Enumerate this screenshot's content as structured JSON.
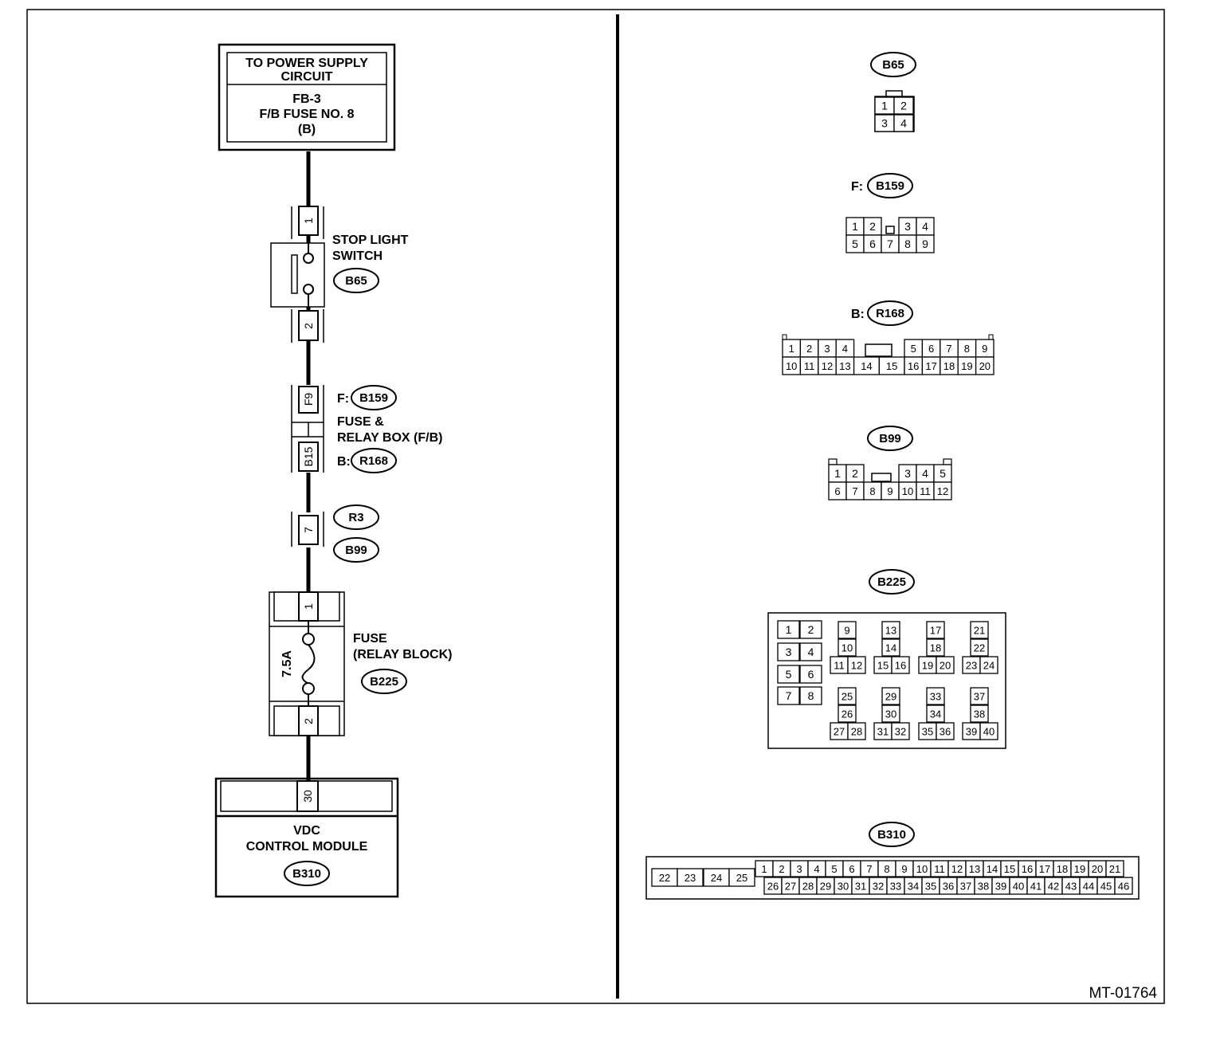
{
  "figure_id": "MT-01764",
  "left": {
    "power_box": {
      "line1": "TO POWER SUPPLY",
      "line2": "CIRCUIT",
      "line3": "FB-3",
      "line4": "F/B FUSE NO. 8",
      "line5": "(B)"
    },
    "stop_light_switch": {
      "line1": "STOP LIGHT",
      "line2": "SWITCH",
      "connector": "B65",
      "pin_top": "1",
      "pin_bottom": "2"
    },
    "fuse_relay_box": {
      "line1": "FUSE &",
      "line2": "RELAY BOX (F/B)",
      "f_prefix": "F:",
      "f_connector": "B159",
      "b_prefix": "B:",
      "b_connector": "R168",
      "pin_top": "F9",
      "pin_bottom": "B15"
    },
    "joint": {
      "connector_top": "R3",
      "connector_bottom": "B99",
      "pin": "7"
    },
    "fuse": {
      "line1": "FUSE",
      "line2": "(RELAY BLOCK)",
      "connector": "B225",
      "rating": "7.5A",
      "pin_top": "1",
      "pin_bottom": "2"
    },
    "module": {
      "line1": "VDC",
      "line2": "CONTROL MODULE",
      "connector": "B310",
      "pin": "30"
    }
  },
  "right": {
    "b65": {
      "title": "B65",
      "row1": [
        "1",
        "2"
      ],
      "row2": [
        "3",
        "4"
      ]
    },
    "b159": {
      "prefix": "F:",
      "title": "B159",
      "row1": [
        "1",
        "2",
        "3",
        "4"
      ],
      "row2": [
        "5",
        "6",
        "7",
        "8",
        "9"
      ]
    },
    "r168": {
      "prefix": "B:",
      "title": "R168",
      "row1": [
        "1",
        "2",
        "3",
        "4",
        "5",
        "6",
        "7",
        "8",
        "9"
      ],
      "row2": [
        "10",
        "11",
        "12",
        "13",
        "14",
        "15",
        "16",
        "17",
        "18",
        "19",
        "20"
      ]
    },
    "b99": {
      "title": "B99",
      "row1": [
        "1",
        "2",
        "3",
        "4",
        "5"
      ],
      "row2": [
        "6",
        "7",
        "8",
        "9",
        "10",
        "11",
        "12"
      ]
    },
    "b225": {
      "title": "B225",
      "left_rows": [
        [
          "1",
          "2"
        ],
        [
          "3",
          "4"
        ],
        [
          "5",
          "6"
        ],
        [
          "7",
          "8"
        ]
      ],
      "groups": [
        [
          "9",
          "10",
          "11",
          "12"
        ],
        [
          "13",
          "14",
          "15",
          "16"
        ],
        [
          "17",
          "18",
          "19",
          "20"
        ],
        [
          "21",
          "22",
          "23",
          "24"
        ],
        [
          "25",
          "26",
          "27",
          "28"
        ],
        [
          "29",
          "30",
          "31",
          "32"
        ],
        [
          "33",
          "34",
          "35",
          "36"
        ],
        [
          "37",
          "38",
          "39",
          "40"
        ]
      ]
    },
    "b310": {
      "title": "B310",
      "left": [
        "22",
        "23",
        "24",
        "25"
      ],
      "row1": [
        "1",
        "2",
        "3",
        "4",
        "5",
        "6",
        "7",
        "8",
        "9",
        "10",
        "11",
        "12",
        "13",
        "14",
        "15",
        "16",
        "17",
        "18",
        "19",
        "20",
        "21"
      ],
      "row2": [
        "26",
        "27",
        "28",
        "29",
        "30",
        "31",
        "32",
        "33",
        "34",
        "35",
        "36",
        "37",
        "38",
        "39",
        "40",
        "41",
        "42",
        "43",
        "44",
        "45",
        "46"
      ]
    }
  }
}
